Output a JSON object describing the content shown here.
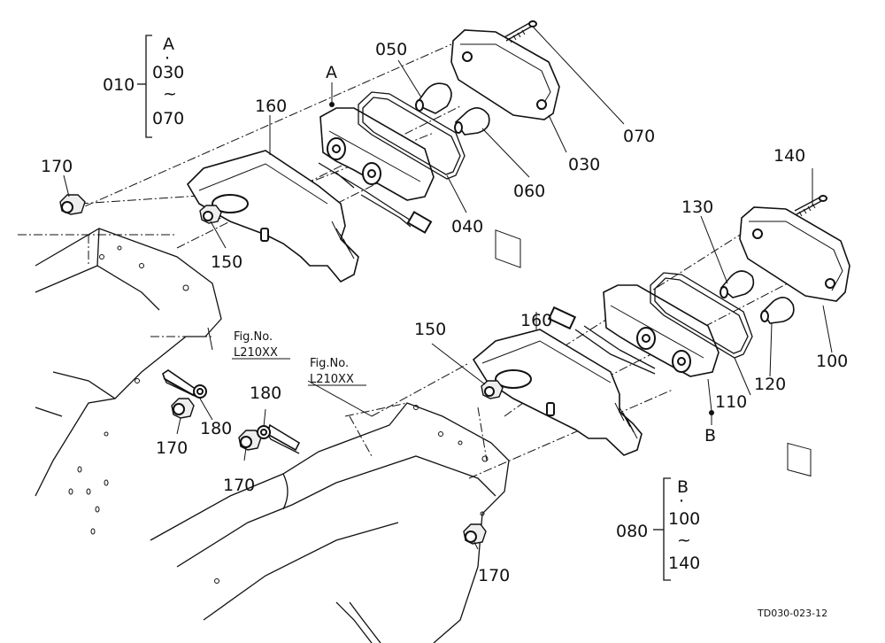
{
  "groups": {
    "left": {
      "number": "010",
      "top": "A",
      "dot": "·",
      "from": "030",
      "tilde": "~",
      "to": "070"
    },
    "right": {
      "number": "080",
      "top": "B",
      "dot": "·",
      "from": "100",
      "tilde": "~",
      "to": "140"
    }
  },
  "callouts": {
    "p050": "050",
    "p060": "060",
    "p070": "070",
    "p030": "030",
    "p040": "040",
    "p160a": "160",
    "p160b": "160",
    "p170a": "170",
    "p170b": "170",
    "p170c": "170",
    "p170d": "170",
    "p150a": "150",
    "p150b": "150",
    "p180a": "180",
    "p180b": "180",
    "p140": "140",
    "p130": "130",
    "p120": "120",
    "p110": "110",
    "p100": "100",
    "refA": "A",
    "refB": "B"
  },
  "figrefs": {
    "left": {
      "line1": "Fig.No.",
      "line2": "L210XX"
    },
    "right": {
      "line1": "Fig.No.",
      "line2": "L210XX"
    }
  },
  "drawing_code": "TD030-023-12"
}
